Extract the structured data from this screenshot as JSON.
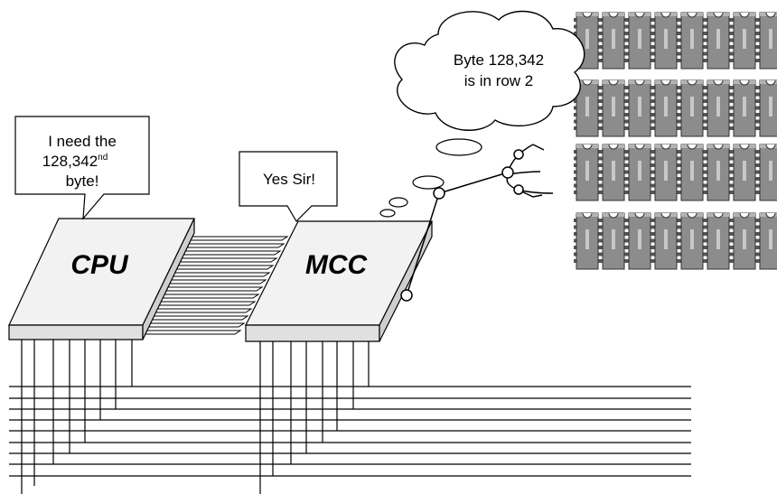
{
  "cpu": {
    "label": "CPU",
    "speech": [
      "I need the",
      "128,342",
      "nd",
      "byte!"
    ]
  },
  "mcc": {
    "label": "MCC",
    "speech": "Yes Sir!"
  },
  "thought": [
    "Byte 128,342",
    "is in row 2"
  ],
  "memory": {
    "rows": 4,
    "chips_per_row": 8,
    "chip_color": "#8c8c8c",
    "chip_top_color": "#b4b4b4"
  }
}
